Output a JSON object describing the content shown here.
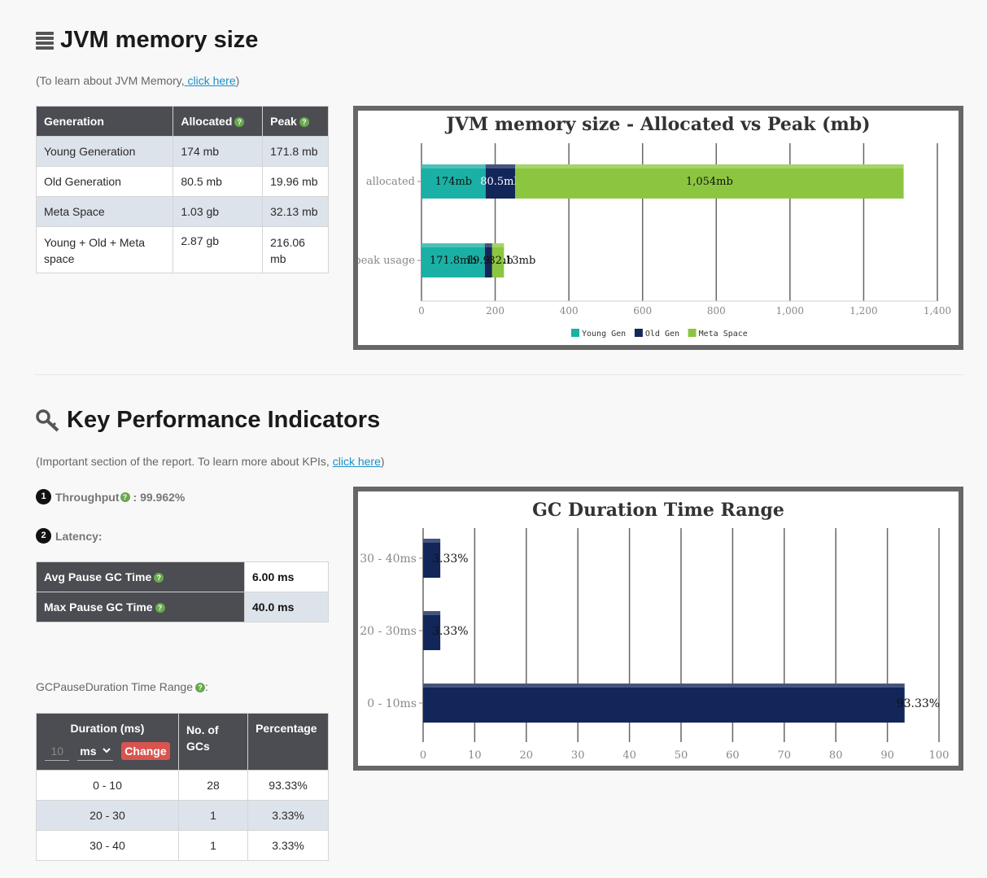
{
  "memory_section": {
    "title": "JVM memory size",
    "learn_prefix": "(To learn about JVM Memory,",
    "learn_link": " click here",
    "learn_suffix": ")",
    "table": {
      "headers": [
        "Generation",
        "Allocated",
        "Peak"
      ],
      "rows": [
        [
          "Young Generation",
          "174 mb",
          "171.8 mb"
        ],
        [
          "Old Generation",
          "80.5 mb",
          "19.96 mb"
        ],
        [
          "Meta Space",
          "1.03 gb",
          "32.13 mb"
        ],
        [
          "Young + Old + Meta space",
          "2.87 gb",
          "216.06 mb"
        ]
      ]
    }
  },
  "kpi_section": {
    "title": "Key Performance Indicators",
    "learn_prefix": "(Important section of the report. To learn more about KPIs, ",
    "learn_link": "click here",
    "learn_suffix": ")",
    "throughput_num": "1",
    "throughput_label": "Throughput",
    "throughput_value": ": 99.962%",
    "latency_num": "2",
    "latency_label": "Latency:",
    "latency_table": [
      [
        "Avg Pause GC Time",
        "6.00 ms"
      ],
      [
        "Max Pause GC Time",
        "40.0 ms"
      ]
    ],
    "gc_range_label": "GCPauseDuration Time Range",
    "gc_range_colon": ":",
    "duration_table": {
      "headers": [
        "Duration (ms)",
        "No. of GCs",
        "Percentage"
      ],
      "interval_value": "10",
      "unit_selected": "ms",
      "change_label": "Change",
      "rows": [
        [
          "0 - 10",
          "28",
          "93.33%"
        ],
        [
          "20 - 30",
          "1",
          "3.33%"
        ],
        [
          "30 - 40",
          "1",
          "3.33%"
        ]
      ]
    }
  },
  "colors": {
    "young_gen": "#1bb0a5",
    "old_gen": "#13265a",
    "meta_space": "#8cc640",
    "header_bg": "#4b4d52",
    "alt_row": "#dde3ea",
    "change_button": "#d9534f",
    "help_icon": "#6aa84f"
  },
  "chart_data": [
    {
      "type": "bar",
      "orientation": "horizontal",
      "stacked": true,
      "title": "JVM memory size - Allocated vs Peak (mb)",
      "categories": [
        "allocated",
        "peak usage"
      ],
      "series": [
        {
          "name": "Young Gen",
          "values": [
            174,
            171.8
          ],
          "labels": [
            "174mb",
            "171.8mb"
          ]
        },
        {
          "name": "Old Gen",
          "values": [
            80.5,
            19.96
          ],
          "labels": [
            "80.5mb",
            "19.96mb"
          ]
        },
        {
          "name": "Meta Space",
          "values": [
            1054,
            32.13
          ],
          "labels": [
            "1,054mb",
            "32.13mb"
          ]
        }
      ],
      "xlim": [
        0,
        1400
      ],
      "xticks": [
        "0",
        "200",
        "400",
        "600",
        "800",
        "1,000",
        "1,200",
        "1,400"
      ],
      "legend": "bottom",
      "grid": true
    },
    {
      "type": "bar",
      "orientation": "horizontal",
      "title": "GC Duration Time Range",
      "categories": [
        "30 - 40ms",
        "20 - 30ms",
        "0 - 10ms"
      ],
      "values": [
        3.33,
        3.33,
        93.33
      ],
      "labels": [
        "3.33%",
        "3.33%",
        "93.33%"
      ],
      "xlim": [
        0,
        100
      ],
      "xticks": [
        "0",
        "10",
        "20",
        "30",
        "40",
        "50",
        "60",
        "70",
        "80",
        "90",
        "100"
      ],
      "grid": true
    }
  ]
}
